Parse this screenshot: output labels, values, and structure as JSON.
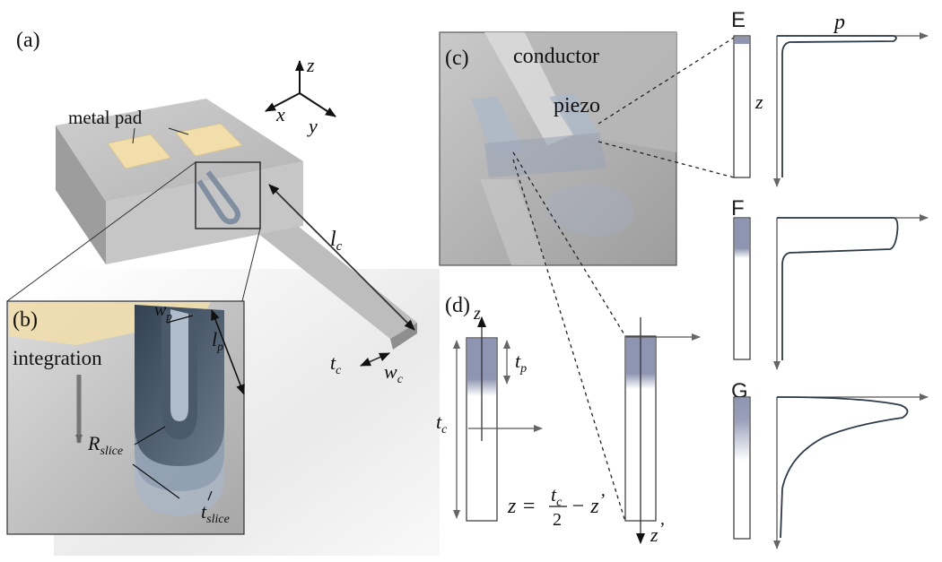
{
  "panels": {
    "a": "(a)",
    "b": "(b)",
    "c": "(c)",
    "d": "(d)"
  },
  "axes3d": {
    "z": "z",
    "x": "x",
    "y": "y"
  },
  "labels": {
    "metal_pad": "metal pad",
    "lc": "l",
    "lc_sub": "c",
    "tc": "t",
    "tc_sub": "c",
    "wc": "w",
    "wc_sub": "c",
    "conductor": "conductor",
    "piezo": "piezo",
    "integration": "integration",
    "wp": "w",
    "wp_sub": "p",
    "lp": "l",
    "lp_sub": "p",
    "rslice": "R",
    "rslice_sub": "slice",
    "tslice": "t",
    "tslice_sub": "slice"
  },
  "panel_d": {
    "z_axis": "z",
    "tp": "t",
    "tp_sub": "p",
    "tc": "t",
    "tc_sub": "c",
    "eq_left": "z =",
    "eq_num": "t",
    "eq_num_sub": "c",
    "eq_den": "2",
    "eq_right": "− z",
    "eq_prime": "’",
    "z_prime": "z",
    "z_prime_mark": "’"
  },
  "profiles": {
    "letters": [
      "E",
      "F",
      "G"
    ],
    "p_axis": "p",
    "z_axis": "z"
  },
  "colors": {
    "piezo_blue": "#8e95b2",
    "steel": "#3a4a5a",
    "gold": "#f1deaa",
    "grey_block": "#bcbcbc"
  }
}
